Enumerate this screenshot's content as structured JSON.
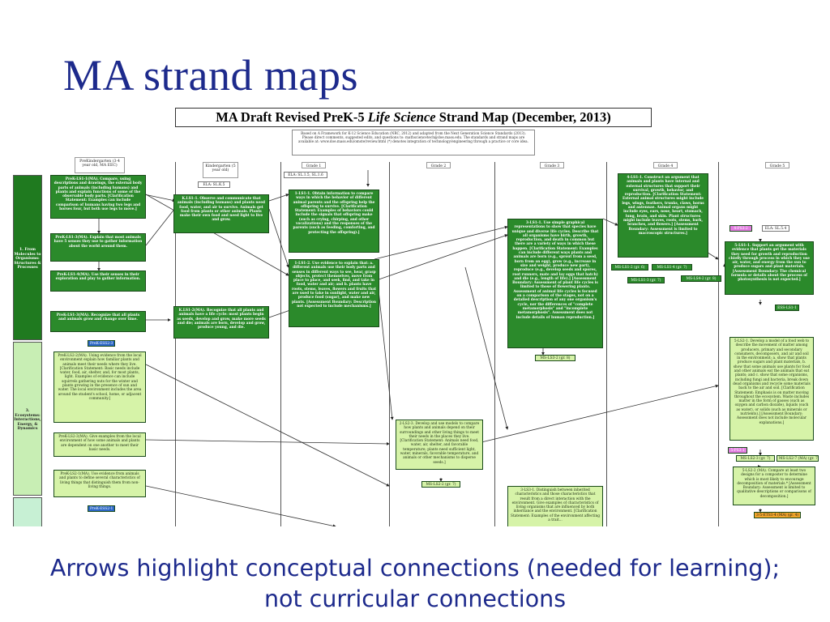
{
  "slide": {
    "title": "MA strand maps",
    "caption_line1": "Arrows highlight conceptual connections (needed for learning);",
    "caption_line2": "not curricular connections"
  },
  "map": {
    "title_pre": "MA Draft Revised PreK-5 ",
    "title_italic": "Life  Science",
    "title_post": "  Strand Map (December, 2013)",
    "intro": "Based on A Framework for K-12 Science Education (NRC, 2012) and adapted from the Next Generation Science Standards (2013). Please direct comments, suggested edits, and questions to: mathsciencetech@doe.mass.edu. The standards and strand maps are available at: www.doe.mass.edu/omste/review.html (*) denotes integration of technology/engineering through a practice or core idea.",
    "columns": [
      {
        "label": "PreKindergarten (3-4 year old, MA EEC)"
      },
      {
        "label": "Kindergarten (5 year old)"
      },
      {
        "label": "Grade 1"
      },
      {
        "label": "Grade 2"
      },
      {
        "label": "Grade 3"
      },
      {
        "label": "Grade 4"
      },
      {
        "label": "Grade 5"
      }
    ],
    "strands": [
      {
        "label": "1. From Molecules to Organisms: Structures & Processes"
      },
      {
        "label": "3. Ecosystems: Interactions, Energy, & Dynamics"
      },
      {
        "label": ""
      }
    ],
    "boxes": {
      "prek1": "PreK-LS1-1(MA). Compare, using descriptions and drawings, the external body parts of animals (including humans) and plants and explain functions of some of the observable body parts. [Clarification Statement: Examples can include comparison of humans having two legs and horses four, but both use legs to move.]",
      "prek2": "PreK-LS1-3(MA). Explain that most animals have 5 senses they use to gather information about the world around them.",
      "prek3": "PreK-LS1-4(MA). Use their senses in their exploration and play to gather information.",
      "prek4": "PreK-LS1-3(MA). Recognize that all plants and animals grow and change over time.",
      "prek5": "PreK-LS2-2(MA). Using evidence from the local environment explain how familiar plants and animals meet their needs where they live. [Clarification Statement: Basic needs include water, food, air, shelter, and, for most plants, light. Examples of evidence can include squirrels gathering nuts for the winter and plants growing in the presence of sun and water. The local environment includes the area around the student's school, home, or adjacent community.]",
      "prek6": "PreK-LS2-3(MA). Give examples from the local environment of how some animals and plants are dependent on one another to meet their basic needs.",
      "prek7": "PreK-LS2-1(MA). Use evidence from animals and plants to define several characteristics of living things that distinguish them from non-living things.",
      "k1": "K.LS1-1. Observe and communicate that animals (including humans) and plants need food, water, and air to survive. Animals get food from plants or other animals. Plants make their own food and need light to live and grow.",
      "k2": "K.LS1-2(MA). Recognize that all plants and animals have a life cycle: most plants begin as seeds, develop and grow, make more seeds and die; animals are born, develop and grow, produce young, and die.",
      "g1a": "1-LS1-1. Obtain information to compare ways in which the behavior of different animal parents and the offspring help the offspring to survive. [Clarification Statement: Examples of behaviors could include the signals that offspring make (such as crying, chirping, and other vocalizations) and the responses of the parents (such as feeding, comforting, and protecting the offspring).]",
      "g1b": "1-LS1-2. Use evidence to explain that: a. different animals use their body parts and senses in different ways to see, hear, grasp objects, protect themselves, move from place to place, and seek, find, and take in food, water and air; and b. plants have roots, stems, leaves, flowers and fruits that are used to take in sunlight, water and air, produce food (sugar), and make new plants. [Assessment Boundary: Description not expected to include mechanisms.]",
      "g2a": "2-LS2-3. Develop and use models to compare how plants and animals depend on their surroundings and other living things to meet their needs in the places they live. [Clarification Statement: Animals need food, water, air, shelter, and favorable temperature; plants need sufficient light, water, minerals, favorable temperature, and animals or other mechanisms to disperse seeds.]",
      "g3a": "3-LS1-1. Use simple graphical representations to show that species have unique and diverse life cycles. Describe that all organisms have birth, growth, reproduction, and death in common but there are a variety of ways in which these happen. [Clarification Statement: Examples can include different ways plants and animals are born (e.g., sprout from a seed, born from an egg), grow (e.g., increase in size and weight, produce new part), reproduce (e.g., develop seeds and spores, root runners, mate and lay eggs that hatch) and die (e.g., length of life).] [Assessment Boundary: Assessment of plant life cycles is limited to those of flowering plants. Assessment of animal life cycles is focused on a comparison of the stages, not on a detailed description of any one organism's cycle, nor the differences of \"complete metamorphosis\" and \"incomplete metamorphosis\". Assessment does not include details of human reproduction.]",
      "g3b": "3-LS3-1. Distinguish between inherited characteristics and those characteristics that result from a direct interaction with the environment. Give examples of characteristics of living organisms that are influenced by both inheritance and the environment. [Clarification Statement: Examples of the environment affecting a trait...",
      "g4a": "4-LS1-1. Construct an argument that animals and plants have internal and external structures that support their survival, growth, behavior, and reproduction. [Clarification Statement: External animal structures might include legs, wings, feathers, trunks, claws, horns and antennae. Animal organs might include eyes, ears, nose, heart, stomach, lung, brain, and skin. Plant structures might include leaves, roots, stems, bark, branches, and flowers.] [Assessment Boundary: Assessment is limited to macroscopic structures.]",
      "g5a": "5-LS1-1. Support an argument with evidence that plants get the materials they need for growth and reproduction chiefly through process in which they use air, water, and energy from the sun to produce sugars and plant materials. [Assessment Boundary: The chemical formula or details about the process of photosynthesis is not expected.]",
      "g5b": "5-LS2-1. Develop a model of a food web to describe the movement of matter among producers, primary and secondary consumers, decomposers, and air and soil in the environment; a. show that plants produce sugars and plant materials, b. show that some animals use plants for food and other animals eat the animals that eat plants; and c. show that some organisms, including fungi and bacteria, break down dead organisms and recycle some materials back to the air and soil. [Clarification Statement: Emphasis is on matter moving throughout the ecosystem. Waste includes matter in the form of gasses (such as oxygen and carbon dioxide), liquids (such as water), or solids (such as minerals or nutrients).] [Assessment Boundary: Assessment does not include molecular explanations.]",
      "g5c": "5-LS2-2 (MA). Compare at least two designs for a composter to determine which is most likely to encourage decomposition of materials.* [Assessment Boundary: Assessment is limited to qualitative descriptions or comparisons of decomposition.]"
    },
    "tags": {
      "ela_k": "ELA: SL.K.5",
      "ela_1": "ELA: SL.1.5, SL.1.6",
      "ela_5": "ELA: SL.5.4",
      "prek_ess2": "PreK-ESS2-3",
      "prek_ess2b": "PreK-ESS2-1",
      "ms_ls1_2": "MS-LS1-2 (gr. 6)",
      "ms_ls1_4": "MS-LS1-4 (gr. 7)",
      "ms_ls1_3": "MS-LS1-3 (gr. 7)",
      "ms_ls4_2": "MS-LS4-2 (gr. 8)",
      "ms_ls3_2": "MS-LS3-2 (gr. 8)",
      "ms_ls2_2": "MS-LS2-2 (gr. 7)",
      "ps3_1a": "4-PS3-2",
      "ess_2": "ESS-LS1-1",
      "ps3_1b": "5-PS3-1",
      "ms_ls2_3": "MS-LS2-3 (gr. 7)",
      "ms_ls2_7": "MS-LS2-7 (MA) (gr. 7)",
      "ets": "3-5-ETS1-4 (MA) (gr. 4)"
    }
  }
}
